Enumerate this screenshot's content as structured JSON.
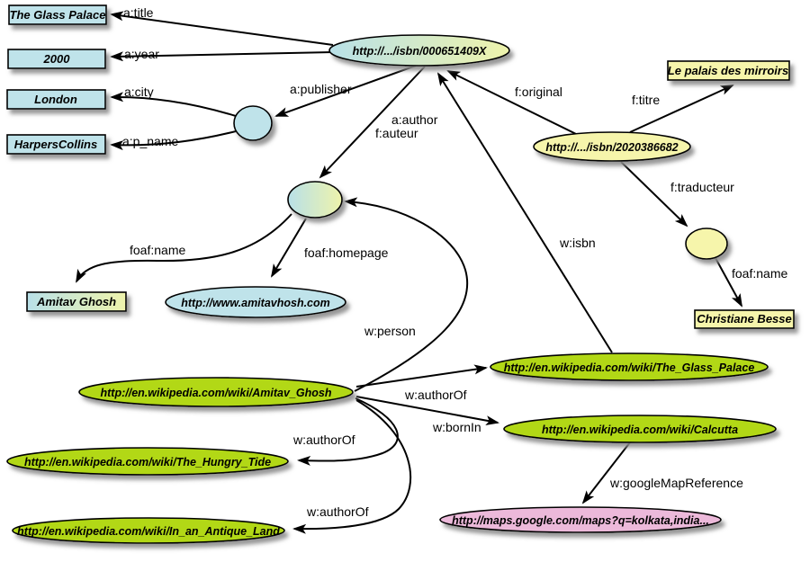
{
  "diagram": {
    "type": "rdf-graph"
  },
  "colors": {
    "background": "#ffffff",
    "literal_blue": "#bfe3ea",
    "literal_yellow": "#f6f5ab",
    "resource_green": "#b2d812",
    "map_pink": "#ecb9da",
    "gradient_blue": "#b8e0e8",
    "gradient_yellow": "#eef3ab",
    "edge_color": "#000000",
    "shadow_color": "#999999"
  },
  "nodes": {
    "book1": {
      "label": "http://.../isbn/000651409X"
    },
    "book2": {
      "label": "http://.../isbn/2020386682"
    },
    "glass_palace_title": {
      "label": "The Glass Palace"
    },
    "year": {
      "label": "2000"
    },
    "city": {
      "label": "London"
    },
    "publisher_name": {
      "label": "HarpersCollins"
    },
    "title_fr": {
      "label": "Le palais des mirroirs"
    },
    "author_name": {
      "label": "Amitav Ghosh"
    },
    "homepage": {
      "label": "http://www.amitavhosh.com"
    },
    "translator_name": {
      "label": "Christiane Besse"
    },
    "wiki_author": {
      "label": "http://en.wikipedia.com/wiki/Amitav_Ghosh"
    },
    "wiki_glass_palace": {
      "label": "http://en.wikipedia.com/wiki/The_Glass_Palace"
    },
    "wiki_calcutta": {
      "label": "http://en.wikipedia.com/wiki/Calcutta"
    },
    "wiki_hungry_tide": {
      "label": "http://en.wikipedia.com/wiki/The_Hungry_Tide"
    },
    "wiki_antique_land": {
      "label": "http://en.wikipedia.com/wiki/In_an_Antique_Land"
    },
    "map": {
      "label": "http://maps.google.com/maps?q=kolkata,india..."
    }
  },
  "edges": {
    "a_title": {
      "label": "a:title"
    },
    "a_year": {
      "label": "a:year"
    },
    "a_city": {
      "label": "a:city"
    },
    "a_p_name": {
      "label": "a:p_name"
    },
    "a_publisher": {
      "label": "a:publisher"
    },
    "a_author": {
      "label": "a:author"
    },
    "f_auteur": {
      "label": "f:auteur"
    },
    "f_original": {
      "label": "f:original"
    },
    "f_titre": {
      "label": "f:titre"
    },
    "f_traducteur": {
      "label": "f:traducteur"
    },
    "foaf_name_left": {
      "label": "foaf:name"
    },
    "foaf_homepage": {
      "label": "foaf:homepage"
    },
    "foaf_name_right": {
      "label": "foaf:name"
    },
    "w_isbn": {
      "label": "w:isbn"
    },
    "w_person": {
      "label": "w:person"
    },
    "w_authorOf_glass": {
      "label": "w:authorOf"
    },
    "w_bornIn": {
      "label": "w:bornIn"
    },
    "w_authorOf_hungry": {
      "label": "w:authorOf"
    },
    "w_authorOf_antique": {
      "label": "w:authorOf"
    },
    "w_googleMapReference": {
      "label": "w:googleMapReference"
    }
  }
}
